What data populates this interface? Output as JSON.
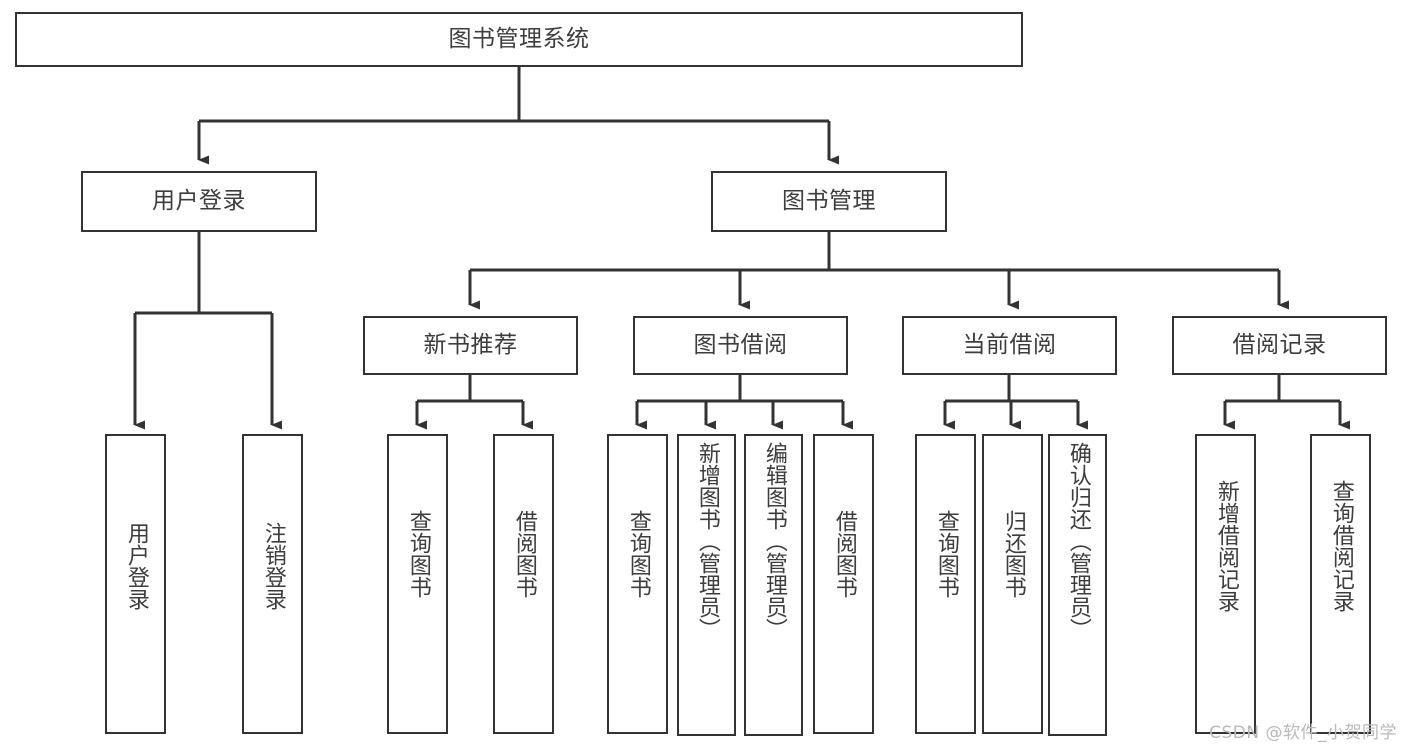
{
  "diagram": {
    "title": "图书管理系统",
    "type": "tree",
    "root": {
      "id": "root",
      "label": "图书管理系统",
      "orientation": "horizontal"
    },
    "level2": [
      {
        "id": "user-login",
        "label": "用户登录",
        "orientation": "horizontal"
      },
      {
        "id": "book-management",
        "label": "图书管理",
        "orientation": "horizontal"
      }
    ],
    "level3": [
      {
        "id": "new-book-recommend",
        "label": "新书推荐",
        "orientation": "horizontal",
        "parent": "book-management"
      },
      {
        "id": "book-borrow",
        "label": "图书借阅",
        "orientation": "horizontal",
        "parent": "book-management"
      },
      {
        "id": "current-borrow",
        "label": "当前借阅",
        "orientation": "horizontal",
        "parent": "book-management"
      },
      {
        "id": "borrow-record",
        "label": "借阅记录",
        "orientation": "horizontal",
        "parent": "book-management"
      }
    ],
    "leaves": [
      {
        "id": "leaf-user-login",
        "label": "用户登录",
        "parent": "user-login",
        "tall": false
      },
      {
        "id": "leaf-user-logout",
        "label": "注销登录",
        "parent": "user-login",
        "tall": false
      },
      {
        "id": "leaf-query-book-1",
        "label": "查询图书",
        "parent": "new-book-recommend",
        "tall": false
      },
      {
        "id": "leaf-borrow-book-1",
        "label": "借阅图书",
        "parent": "new-book-recommend",
        "tall": false
      },
      {
        "id": "leaf-query-book-2",
        "label": "查询图书",
        "parent": "book-borrow",
        "tall": false
      },
      {
        "id": "leaf-add-book",
        "label": "新增图书（管理员）",
        "parent": "book-borrow",
        "tall": true
      },
      {
        "id": "leaf-edit-book",
        "label": "编辑图书（管理员）",
        "parent": "book-borrow",
        "tall": true
      },
      {
        "id": "leaf-borrow-book-2",
        "label": "借阅图书",
        "parent": "book-borrow",
        "tall": false
      },
      {
        "id": "leaf-query-book-3",
        "label": "查询图书",
        "parent": "current-borrow",
        "tall": false
      },
      {
        "id": "leaf-return-book",
        "label": "归还图书",
        "parent": "current-borrow",
        "tall": false
      },
      {
        "id": "leaf-confirm-return",
        "label": "确认归还（管理员）",
        "parent": "current-borrow",
        "tall": true
      },
      {
        "id": "leaf-add-record",
        "label": "新增借阅记录",
        "parent": "borrow-record",
        "tall": false
      },
      {
        "id": "leaf-query-record",
        "label": "查询借阅记录",
        "parent": "borrow-record",
        "tall": false
      }
    ]
  },
  "watermark": {
    "text": "CSDN @软件_小贺同学"
  },
  "colors": {
    "stroke": "#333333",
    "text": "#3d3d3d",
    "background": "#ffffff",
    "watermark": "#b9b9b9"
  }
}
